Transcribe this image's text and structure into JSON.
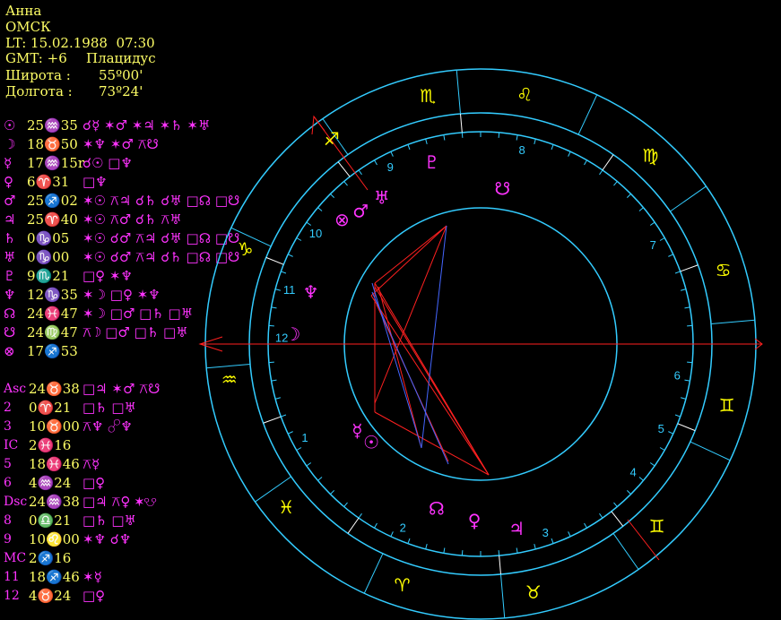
{
  "header": {
    "name": "Анна",
    "city": "ОМСК",
    "lt": "LT: 15.02.1988  07:30",
    "gmt": "GMT: +6",
    "system": "Плацидус",
    "lat_label": "Широта :",
    "lat_value": "55º00'",
    "lon_label": "Долгота :",
    "lon_value": "73º24'"
  },
  "planets": [
    {
      "sym": "☉",
      "pos": "25♒35",
      "asp": "☌☿ ✶♂ ✶♃ ✶♄ ✶♅"
    },
    {
      "sym": "☽",
      "pos": "18♉50",
      "asp": "✶♆ ✶♂ ⚻☋"
    },
    {
      "sym": "☿",
      "pos": "17♒15r",
      "asp": "☌☉ □♆"
    },
    {
      "sym": "♀",
      "pos": "6♈31",
      "asp": "□♆"
    },
    {
      "sym": "♂",
      "pos": "25♐02",
      "asp": "✶☉ ⚻♃ ☌♄ ☌♅ □☊ □☋"
    },
    {
      "sym": "♃",
      "pos": "25♈40",
      "asp": "✶☉ ⚻♂ ☌♄ ⚻♅"
    },
    {
      "sym": "♄",
      "pos": "0♑05",
      "asp": "✶☉ ☌♂ ⚻♃ ☌♅ □☊ □☋"
    },
    {
      "sym": "♅",
      "pos": "0♑00",
      "asp": "✶☉ ☌♂ ⚻♃ ☌♄ □☊ □☋"
    },
    {
      "sym": "♇",
      "pos": "9♏21",
      "asp": "□♀ ✶♆"
    },
    {
      "sym": "♆",
      "pos": "12♑35",
      "asp": "✶☽ □♀ ✶♆"
    },
    {
      "sym": "☊",
      "pos": "24♓47",
      "asp": "✶☽ □♂ □♄ □♅"
    },
    {
      "sym": "☋",
      "pos": "24♍47",
      "asp": "⚻☽ □♂ □♄ □♅"
    },
    {
      "sym": "⊗",
      "pos": "17♐53",
      "asp": ""
    }
  ],
  "houses": [
    {
      "sym": "Asc",
      "pos": "24♉38",
      "asp": "□♃ ✶♂ ⚻☋"
    },
    {
      "sym": "2",
      "pos": "0♈21",
      "asp": "□♄ □♅"
    },
    {
      "sym": "3",
      "pos": "10♉00",
      "asp": "⚻♆ ☍♆"
    },
    {
      "sym": "IC",
      "pos": "2♓16",
      "asp": ""
    },
    {
      "sym": "5",
      "pos": "18♓46",
      "asp": "⚻☿"
    },
    {
      "sym": "6",
      "pos": "4♒24",
      "asp": "□♀"
    },
    {
      "sym": "Dsc",
      "pos": "24♒38",
      "asp": "□♃ ⚻♀ ✶☋"
    },
    {
      "sym": "8",
      "pos": "0♎21",
      "asp": "□♄ □♅"
    },
    {
      "sym": "9",
      "pos": "10♌00",
      "asp": "✶♆ ☌♆"
    },
    {
      "sym": "MC",
      "pos": "2♐16",
      "asp": ""
    },
    {
      "sym": "11",
      "pos": "18♐46",
      "asp": "✶☿"
    },
    {
      "sym": "12",
      "pos": "4♉24",
      "asp": "□♀"
    }
  ],
  "wheel": {
    "zodiac_labels": [
      {
        "glyph": "♌",
        "angle": -80
      },
      {
        "glyph": "♍",
        "angle": -48
      },
      {
        "glyph": "♋",
        "angle": -17
      },
      {
        "glyph": "♊",
        "angle": 14
      },
      {
        "glyph": "♊",
        "angle": 46
      },
      {
        "glyph": "♉",
        "angle": 78
      },
      {
        "glyph": "♈",
        "angle": 108
      },
      {
        "glyph": "♓",
        "angle": 140
      },
      {
        "glyph": "♒",
        "angle": 172
      },
      {
        "glyph": "♑",
        "angle": 202
      },
      {
        "glyph": "♐",
        "angle": 234
      },
      {
        "glyph": "♏",
        "angle": 258
      }
    ],
    "house_numbers": [
      {
        "n": "1",
        "angle": 152
      },
      {
        "n": "2",
        "angle": 113
      },
      {
        "n": "3",
        "angle": 71
      },
      {
        "n": "4",
        "angle": 40
      },
      {
        "n": "5",
        "angle": 25
      },
      {
        "n": "6",
        "angle": 9
      },
      {
        "n": "7",
        "angle": -30
      },
      {
        "n": "8",
        "angle": -78
      },
      {
        "n": "9",
        "angle": -117
      },
      {
        "n": "10",
        "angle": -146
      },
      {
        "n": "11",
        "angle": -164
      },
      {
        "n": "12",
        "angle": -178
      }
    ],
    "planet_glyphs": [
      {
        "g": "♇",
        "angle": -105,
        "r": 210
      },
      {
        "g": "☋",
        "angle": -82,
        "r": 175
      },
      {
        "g": "⊗",
        "angle": -138,
        "r": 208
      },
      {
        "g": "♂",
        "angle": -132,
        "r": 200
      },
      {
        "g": "♅",
        "angle": -124,
        "r": 197
      },
      {
        "g": "♆",
        "angle": -163,
        "r": 198
      },
      {
        "g": "☽",
        "angle": -177,
        "r": 210
      },
      {
        "g": "☿",
        "angle": 145,
        "r": 168
      },
      {
        "g": "☉",
        "angle": 138,
        "r": 164
      },
      {
        "g": "☊",
        "angle": 105,
        "r": 190
      },
      {
        "g": "♀",
        "angle": 92,
        "r": 197
      },
      {
        "g": "♃",
        "angle": 79,
        "r": 210
      }
    ],
    "colors": {
      "ring": "#33ccff",
      "zodiac": "#ffff00",
      "planet": "#ff33ff",
      "aspect_red": "#ff2020",
      "aspect_blue": "#4466ff"
    }
  }
}
